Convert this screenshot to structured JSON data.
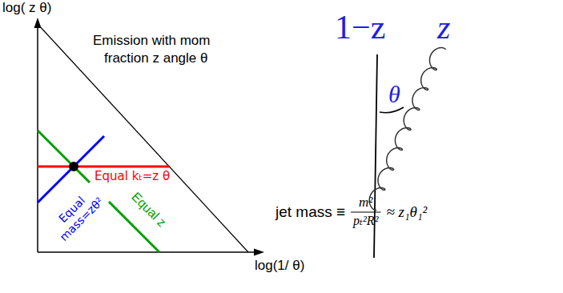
{
  "diagram": {
    "labels": [
      "log( z θ)",
      "Emission with mom fraction z angle θ",
      "Equal kₜ=z θ",
      "Equal z",
      "Equal mass=zθ²",
      "log(1/ θ)",
      "jet mass ≡",
      "m²",
      "pₜ²R²",
      "≈ z₁θ₁²",
      "1−z",
      "z",
      "θ"
    ]
  }
}
